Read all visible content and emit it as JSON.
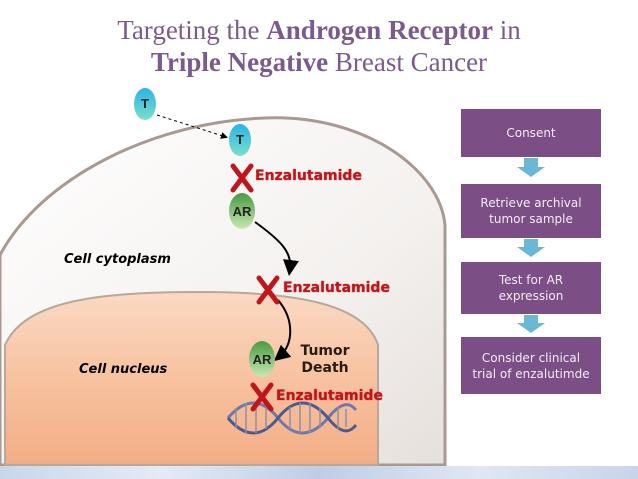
{
  "title": {
    "line1_pre": "Targeting the ",
    "line1_bold": "Androgen Receptor",
    "line1_post": " in",
    "line2_bold": "Triple Negative",
    "line2_post": " Breast Cancer"
  },
  "diagram": {
    "molecules": {
      "t_outside": "T",
      "t_inside": "T",
      "ar_cytoplasm": "AR",
      "ar_nucleus": "AR"
    },
    "drug_label": "Enzalutamide",
    "x_mark": "X",
    "cell_cytoplasm": "Cell cytoplasm",
    "cell_nucleus": "Cell nucleus",
    "tumor_death": [
      "Tumor",
      "Death"
    ]
  },
  "flowchart": {
    "steps": [
      [
        "Consent"
      ],
      [
        "Retrieve archival",
        "tumor sample"
      ],
      [
        "Test for AR",
        "expression"
      ],
      [
        "Consider clinical",
        "trial of enzalutimde"
      ]
    ]
  },
  "colors": {
    "title": "#7a5b8e",
    "flow_box": "#7b4e86",
    "flow_arrow": "#6ab8d6",
    "drug_text": "#c0151b",
    "cell_membrane": "#a89a92"
  }
}
